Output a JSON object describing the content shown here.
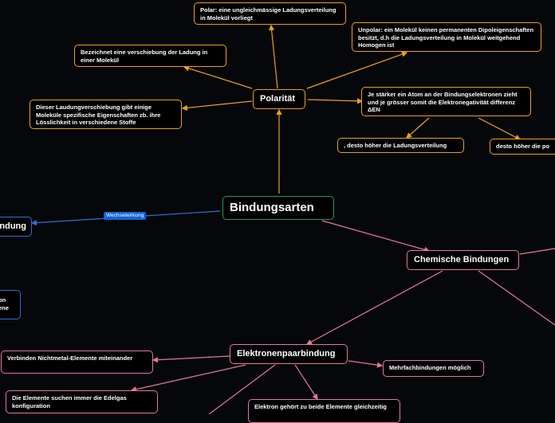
{
  "root": {
    "label": "Bindungsarten"
  },
  "polaritaet": {
    "label": "Polarität",
    "children": [
      "Polar: eine ungleichmässige Ladungsverteilung in Molekül vorliegt",
      "Unpolar: ein Molekül keinen permanenten Dipoleigenschaften besitzt, d.h die Ladungsverteilung in Molekül weitgehend Homogen ist",
      "Bezeichnet eine verschiebung der Ladung in einer Molekül",
      "Dieser Laudungverschiebung gibt einige Moleküle spezifische Eigenschaften zb. ihre Lösslichkeit in verschiedene Stoffe",
      "Je stärker ein Atom an der Bindungselektronen zieht und je grösser somit die Elektronegativität differenz ΔEN"
    ],
    "grandchildren": [
      ", desto höher die Ladungsverteilung",
      "desto höher die po"
    ]
  },
  "wechselwirkung": {
    "edge_label": "Wechselwirkung",
    "node_label": "ndung",
    "partial_node": "on\nene"
  },
  "chemische": {
    "label": "Chemische Bindungen",
    "elektronenpaar": {
      "label": "Elektronenpaarbindung",
      "children": [
        "Verbinden Nichtmetal-Elemente miteinander",
        "Die Elemente suchen immer die Edelgas konfiguration",
        "Elektron gehört zu beide Elemente gleichzeitig",
        "Mehrfachbindungen möglich"
      ]
    }
  },
  "colors": {
    "background": "#06070a",
    "orange": "#e8a21c",
    "pink": "#e2789e",
    "blue": "#2f6fd6",
    "green": "#1e9a55"
  }
}
